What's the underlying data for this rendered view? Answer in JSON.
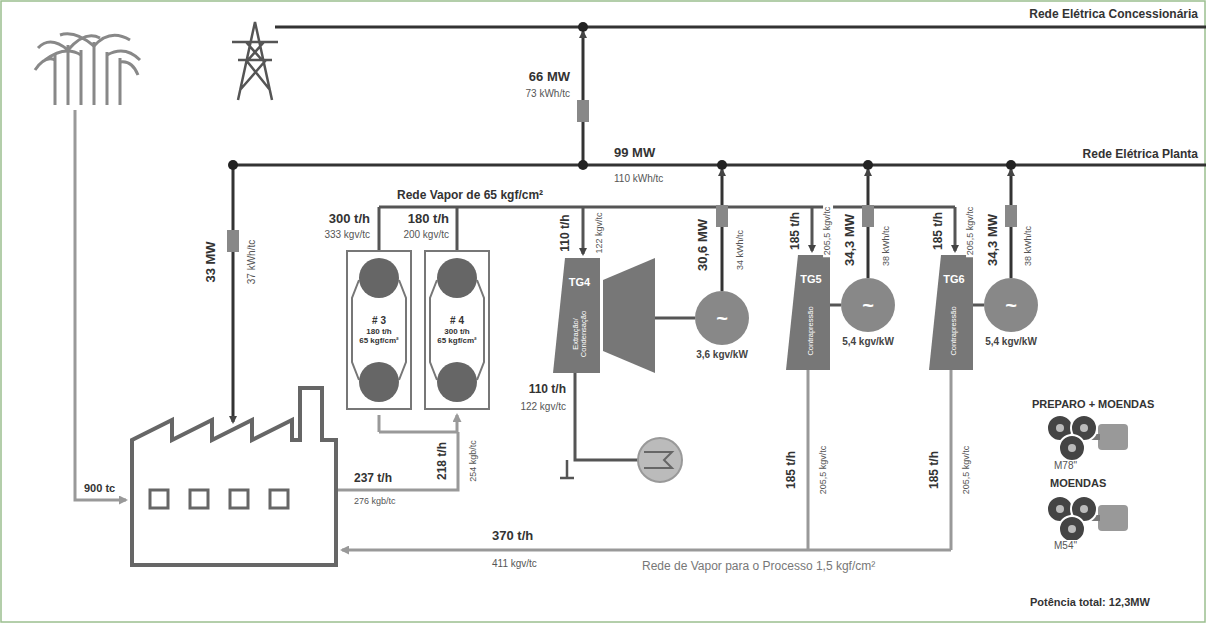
{
  "diagram": {
    "nodes": [
      {
        "text": [
          "# 3",
          "180 t/h",
          "65 kgf/cm²"
        ]
      },
      {
        "text": [
          "# 4",
          "300 t/h",
          "65 kgf/cm²"
        ]
      },
      {
        "text": [
          "TG4",
          "Extração/ Condensação"
        ]
      },
      {
        "text": [
          "~",
          "3,6 kgv/kW"
        ]
      },
      {
        "text": [
          "TG5",
          "Contrapressão"
        ]
      },
      {
        "text": [
          "~",
          "5,4 kgv/kW"
        ]
      },
      {
        "text": [
          "TG6",
          "Contrapressão"
        ]
      },
      {
        "text": [
          "~",
          "5,4 kgv/kW"
        ]
      }
    ],
    "edges": [
      {
        "from": 2,
        "to": 3,
        "arrow": "none"
      },
      {
        "from": 4,
        "to": 5,
        "arrow": "none"
      },
      {
        "from": 6,
        "to": 7,
        "arrow": "none"
      }
    ],
    "labels": [
      "Rede Elétrica Concessionária",
      "66 MW",
      "73 kWh/tc",
      "99 MW",
      "110 kWh/tc",
      "Rede Elétrica Planta",
      "Rede Vapor de 65 kgf/cm²",
      "33 MW",
      "37 kWh/tc",
      "300 t/h",
      "333 kgv/tc",
      "180 t/h",
      "200 kgv/tc",
      "110 t/h",
      "122 kgv/tc",
      "30,6 MW",
      "34 kWh/tc",
      "185 t/h",
      "205,5 kgv/tc",
      "34,3 MW",
      "38 kWh/tc",
      "185 t/h",
      "205,5 kgv/tc",
      "34,3 MW",
      "38 kWh/tc",
      "110 t/h",
      "122 kgv/tc",
      "218 t/h",
      "254 kgb/tc",
      "237 t/h",
      "276 kgb/tc",
      "900 tc",
      "185 t/h",
      "205,5 kgv/tc",
      "185 t/h",
      "205,5 kgv/tc",
      "370 t/h",
      "411 kgv/tc",
      "Rede de Vapor para o Processo 1,5 kgf/cm²",
      "PREPARO + MOENDAS",
      "M78\"",
      "MOENDAS",
      "M54\"",
      "Potência total: 12,3MW"
    ]
  }
}
